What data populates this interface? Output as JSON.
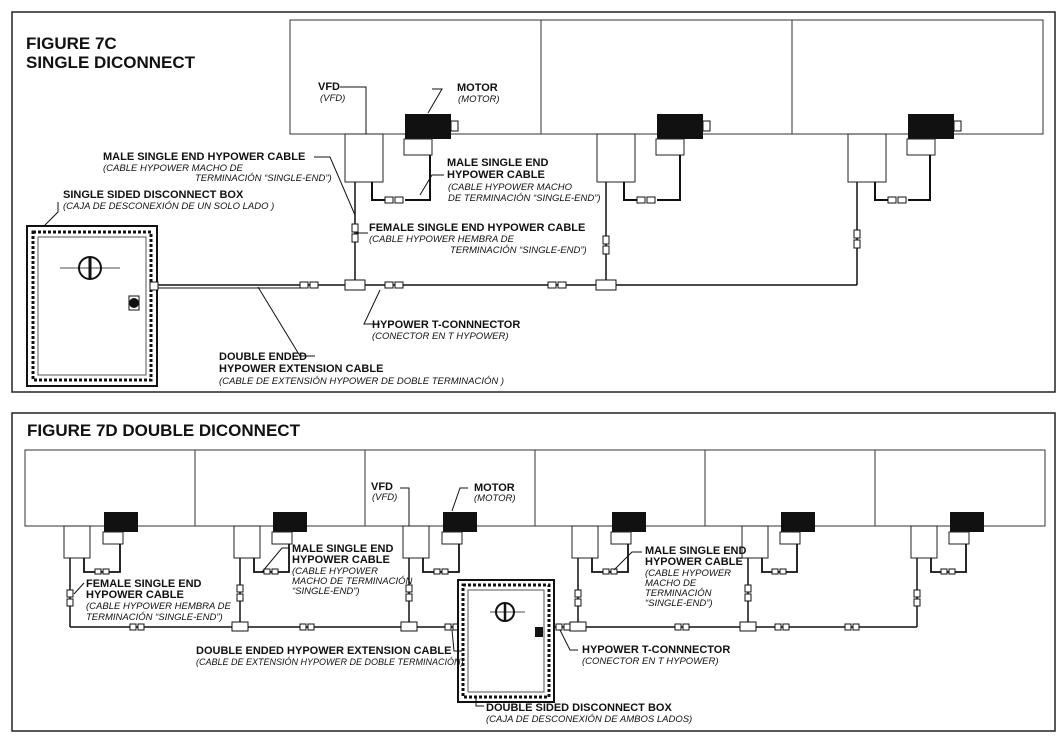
{
  "figure_7c": {
    "title_line1": "FIGURE 7C",
    "title_line2": "SINGLE DICONNECT",
    "vfd": {
      "en": "VFD",
      "es": "(VFD)"
    },
    "motor": {
      "en": "MOTOR",
      "es": "(MOTOR)"
    },
    "male_cable_left": {
      "en": "MALE SINGLE END HYPOWER CABLE",
      "es1": "(CABLE HYPOWER MACHO DE",
      "es2": "TERMINACIÓN “SINGLE-END”)"
    },
    "male_cable_right": {
      "en1": "MALE SINGLE END",
      "en2": "HYPOWER CABLE",
      "es1": "(CABLE HYPOWER MACHO",
      "es2": "DE TERMINACIÓN “SINGLE-END”)"
    },
    "disconnect_box": {
      "en": "SINGLE SIDED DISCONNECT BOX",
      "es": "(CAJA DE DESCONEXIÓN DE UN SOLO LADO )"
    },
    "female_cable": {
      "en": "FEMALE SINGLE END HYPOWER CABLE",
      "es1": "(CABLE HYPOWER HEMBRA DE",
      "es2": "TERMINACIÓN “SINGLE-END”)"
    },
    "t_connector": {
      "en": "HYPOWER T-CONNNECTOR",
      "es": "(CONECTOR EN T HYPOWER)"
    },
    "extension_cable": {
      "en1": "DOUBLE ENDED",
      "en2": "HYPOWER EXTENSION CABLE",
      "es": "(CABLE DE EXTENSIÓN HYPOWER DE DOBLE TERMINACIÓN )"
    }
  },
  "figure_7d": {
    "title": "FIGURE 7D DOUBLE DICONNECT",
    "vfd": {
      "en": "VFD",
      "es": "(VFD)"
    },
    "motor": {
      "en": "MOTOR",
      "es": "(MOTOR)"
    },
    "female_cable": {
      "en1": "FEMALE SINGLE END",
      "en2": "HYPOWER CABLE",
      "es1": "(CABLE HYPOWER HEMBRA DE",
      "es2": "TERMINACIÓN “SINGLE-END”)"
    },
    "male_cable_left": {
      "en1": "MALE SINGLE END",
      "en2": "HYPOWER CABLE",
      "es1": "(CABLE HYPOWER",
      "es2": "MACHO DE TERMINACIÓN",
      "es3": "“SINGLE-END”)"
    },
    "male_cable_right": {
      "en1": "MALE SINGLE END",
      "en2": "HYPOWER CABLE",
      "es1": "(CABLE HYPOWER",
      "es2": "MACHO DE",
      "es3": "TERMINACIÓN",
      "es4": "“SINGLE-END”)"
    },
    "extension_cable": {
      "en": "DOUBLE ENDED HYPOWER EXTENSION CABLE",
      "es": "(CABLE DE EXTENSIÓN HYPOWER DE DOBLE TERMINACIÓN)"
    },
    "t_connector": {
      "en": "HYPOWER T-CONNNECTOR",
      "es": "(CONECTOR EN T HYPOWER)"
    },
    "disconnect_box": {
      "en": "DOUBLE SIDED DISCONNECT BOX",
      "es": "(CAJA DE DESCONEXIÓN DE AMBOS LADOS)"
    }
  },
  "colors": {
    "line": "#111111",
    "panel_border": "#222222",
    "motor_fill": "#111111",
    "background": "#ffffff"
  }
}
